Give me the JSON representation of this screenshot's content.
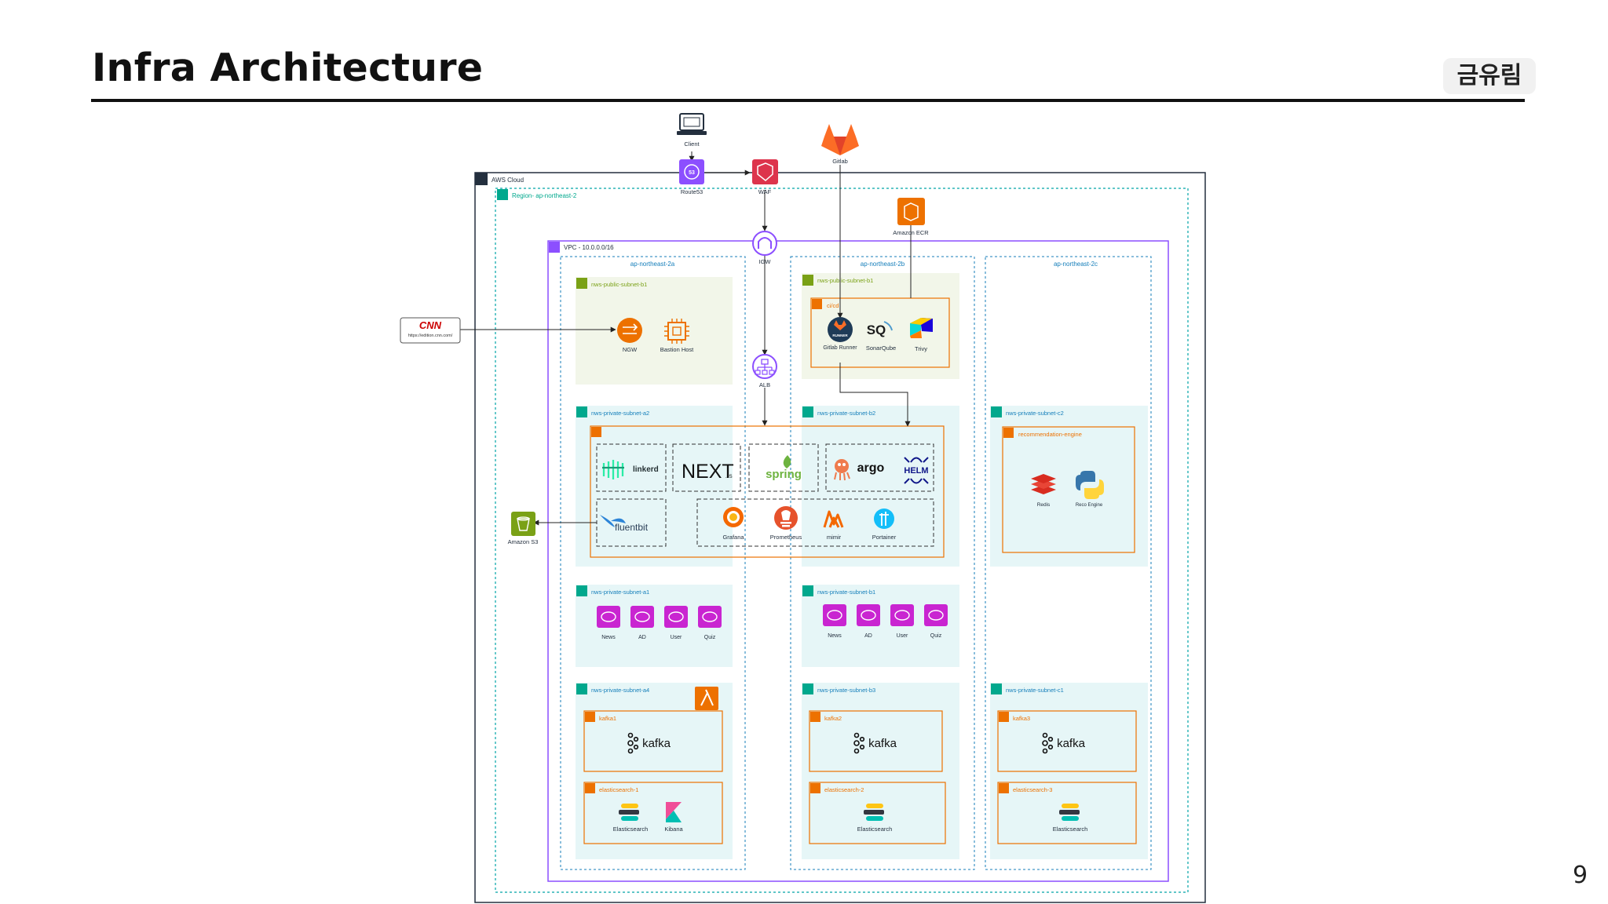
{
  "slide": {
    "title": "Infra Architecture",
    "author": "금유림",
    "page": "9"
  },
  "diagram": {
    "external": {
      "client": "Client",
      "route53": "Route53",
      "waf": "WAF",
      "gitlab": "Gitlab",
      "ecr": "Amazon ECR",
      "igw": "IGW",
      "alb": "ALB",
      "cnn_logo": "CNN",
      "cnn_url": "https://edition.cnn.com/",
      "s3": "Amazon S3"
    },
    "containers": {
      "aws_cloud": "AWS Cloud",
      "region": "Region- ap-northeast-2",
      "vpc": "VPC - 10.0.0.0/16",
      "az_a": "ap-northeast-2a",
      "az_b": "ap-northeast-2b",
      "az_c": "ap-northeast-2c",
      "subnet_public_a": "nws-public-subnet-b1",
      "subnet_public_b": "nws-public-subnet-b1",
      "cicd": "ci/cd",
      "subnet_private_a2": "nws-private-subnet-a2",
      "subnet_private_b2": "nws-private-subnet-b2",
      "subnet_private_c2": "nws-private-subnet-c2",
      "reco_group": "recommendation-engine",
      "subnet_private_a1": "nws-private-subnet-a1",
      "subnet_private_b1": "nws-private-subnet-b1",
      "subnet_private_a4": "nws-private-subnet-a4",
      "subnet_private_b3": "nws-private-subnet-b3",
      "subnet_private_c1": "nws-private-subnet-c1",
      "kafka1": "kafka1",
      "kafka2": "kafka2",
      "kafka3": "kafka3",
      "es1": "elasticsearch-1",
      "es2": "elasticsearch-2",
      "es3": "elasticsearch-3"
    },
    "nodes": {
      "ngw": "NGW",
      "bastion": "Bastion Host",
      "gitlab_runner_badge": "RUNNER",
      "gitlab_runner": "Gitlab Runner",
      "sonarqube": "SonarQube",
      "sonarqube_logo": "SQ",
      "trivy": "Trivy",
      "linkerd": "linkerd",
      "nextjs": "NEXT",
      "nextjs_suffix": ".JS",
      "spring": "spring",
      "argo": "argo",
      "helm": "HELM",
      "fluentbit": "fluentbit",
      "grafana": "Grafana",
      "prometheus": "Prometheus",
      "mimir": "mimir",
      "portainer": "Portainer",
      "redis": "Redis",
      "reco_engine": "Reco Engine",
      "ec2_a1": [
        "News",
        "AD",
        "User",
        "Quiz"
      ],
      "ec2_b1": [
        "News",
        "AD",
        "User",
        "Quiz"
      ],
      "kafka": "kafka",
      "elasticsearch": "Elasticsearch",
      "kibana": "Kibana"
    },
    "colors": {
      "aws_orange": "#ed7100",
      "aws_purple": "#8c4fff",
      "aws_teal": "#01a88d",
      "aws_green": "#7aa116",
      "aws_red": "#dd344c",
      "aws_pink": "#c925d1",
      "vpc_border": "#8c4fff",
      "public_fill": "#f2f6e9",
      "private_fill": "#e6f6f7"
    }
  }
}
